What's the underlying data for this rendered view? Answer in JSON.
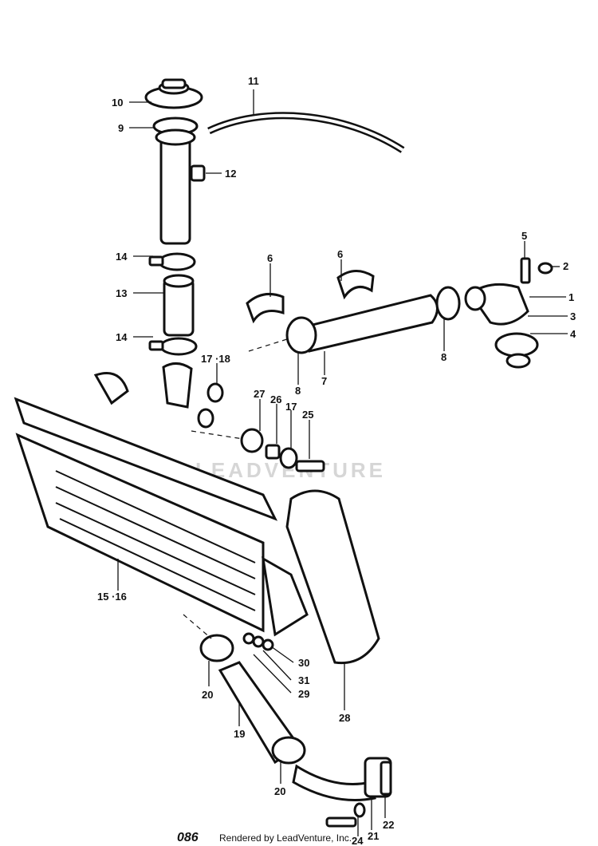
{
  "watermark": "LEADVENTURE",
  "footer": {
    "page_code": "086",
    "rendered_by": "Rendered by LeadVenture, Inc."
  },
  "callouts": {
    "c1": "1",
    "c2": "2",
    "c3": "3",
    "c4": "4",
    "c5": "5",
    "c6a": "6",
    "c6b": "6",
    "c7": "7",
    "c8a": "8",
    "c8b": "8",
    "c9": "9",
    "c10": "10",
    "c11": "11",
    "c12": "12",
    "c13": "13",
    "c14a": "14",
    "c14b": "14",
    "c1516": "15 ·16",
    "c1718": "17 ·18",
    "c17": "17",
    "c19": "19",
    "c20a": "20",
    "c20b": "20",
    "c21": "21",
    "c22": "22",
    "c24": "24",
    "c25": "25",
    "c26": "26",
    "c27": "27",
    "c28": "28",
    "c29": "29",
    "c30": "30",
    "c31": "31"
  }
}
